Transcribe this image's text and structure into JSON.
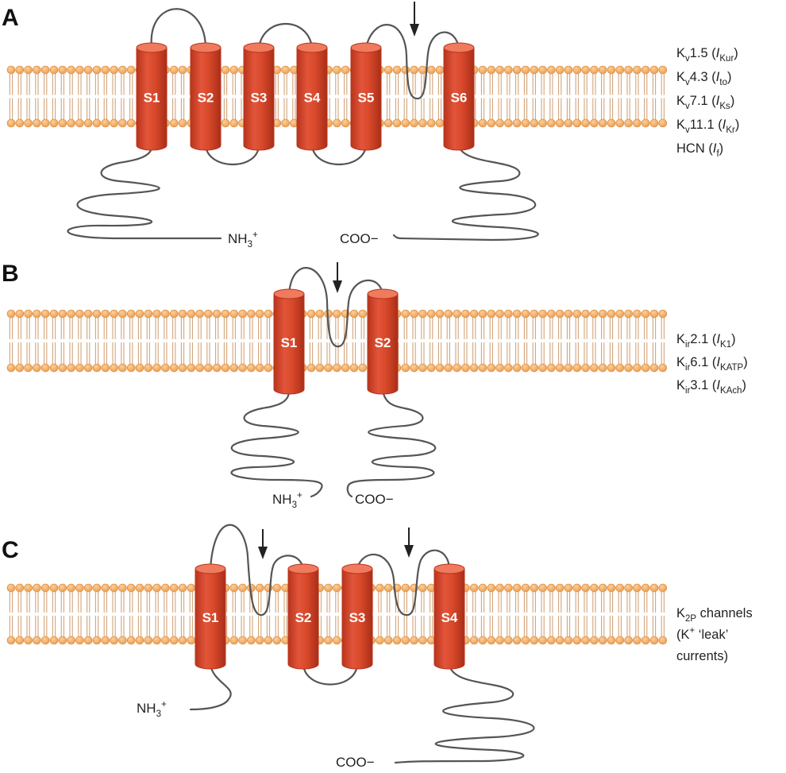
{
  "colors": {
    "lipid_head": "#f1a861",
    "lipid_head_edge": "#d98535",
    "lipid_tail": "#d2a47a",
    "helix": "#d9492b",
    "helix_dark": "#b8341c",
    "helix_top": "#ef7a5e",
    "loop": "#555555"
  },
  "panels": [
    {
      "letter": "A",
      "helices": [
        "S1",
        "S2",
        "S3",
        "S4",
        "S5",
        "S6"
      ],
      "n_term": {
        "main": "NH",
        "sub": "3",
        "sup": "+"
      },
      "c_term": "COO−",
      "channels": [
        {
          "pre": "K",
          "pre_sub": "v",
          "num": "1.5 (",
          "ital": "I",
          "cur_sub": "Kur",
          "post": ")"
        },
        {
          "pre": "K",
          "pre_sub": "v",
          "num": "4.3 (",
          "ital": "I",
          "cur_sub": "to",
          "post": ")"
        },
        {
          "pre": "K",
          "pre_sub": "v",
          "num": "7.1 (",
          "ital": "I",
          "cur_sub": "Ks",
          "post": ")"
        },
        {
          "pre": "K",
          "pre_sub": "v",
          "num": "11.1 (",
          "ital": "I",
          "cur_sub": "Kr",
          "post": ")"
        },
        {
          "pre": "HCN",
          "pre_sub": "",
          "num": " (",
          "ital": "I",
          "cur_sub": "f",
          "post": ")"
        }
      ]
    },
    {
      "letter": "B",
      "helices": [
        "S1",
        "S2"
      ],
      "n_term": {
        "main": "NH",
        "sub": "3",
        "sup": "+"
      },
      "c_term": "COO−",
      "channels": [
        {
          "pre": "K",
          "pre_sub": "ir",
          "num": "2.1 (",
          "ital": "I",
          "cur_sub": "K1",
          "post": ")"
        },
        {
          "pre": "K",
          "pre_sub": "ir",
          "num": "6.1 (",
          "ital": "I",
          "cur_sub": "KATP",
          "post": ")"
        },
        {
          "pre": "K",
          "pre_sub": "ir",
          "num": "3.1 (",
          "ital": "I",
          "cur_sub": "KAch",
          "post": ")"
        }
      ]
    },
    {
      "letter": "C",
      "helices": [
        "S1",
        "S2",
        "S3",
        "S4"
      ],
      "n_term": {
        "main": "NH",
        "sub": "3",
        "sup": "+"
      },
      "c_term": "COO−",
      "k2p": {
        "line1_pre": "K",
        "line1_sub": "2P",
        "line1_post": " channels",
        "line2_pre": "(K",
        "line2_sup": "+",
        "line2_post": " ‘leak’",
        "line3": "currents)"
      }
    }
  ]
}
